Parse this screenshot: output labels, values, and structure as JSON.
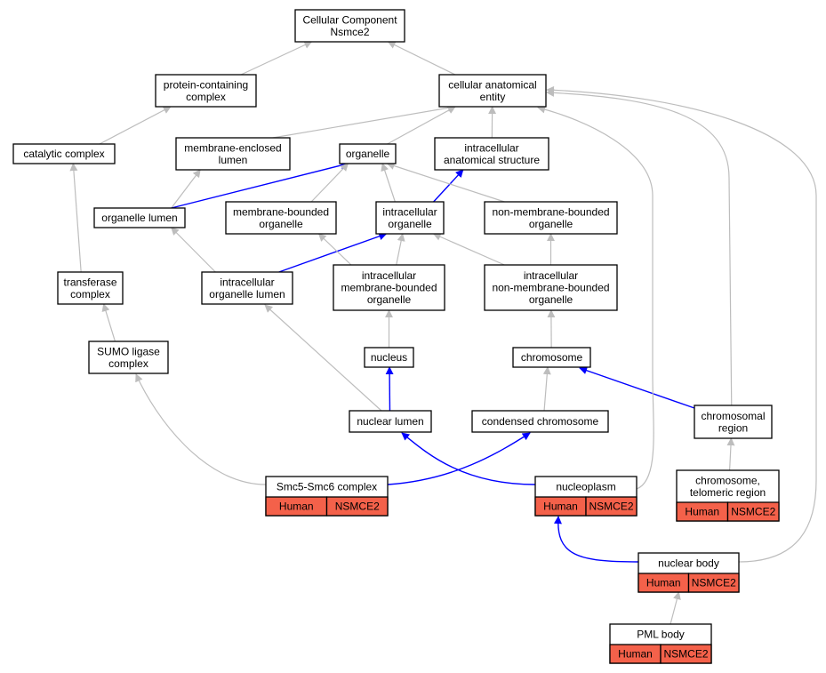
{
  "colors": {
    "is_a_edge": "#bdbdbd",
    "part_of_edge": "#0000ff",
    "annotation_fill": "#f4614a",
    "node_border": "#000000"
  },
  "nodes": {
    "cc_root": {
      "lines": [
        "Cellular Component",
        "Nsmce2"
      ]
    },
    "protein_containing_complex": {
      "lines": [
        "protein-containing",
        "complex"
      ]
    },
    "cellular_anatomical_entity": {
      "lines": [
        "cellular anatomical",
        "entity"
      ]
    },
    "catalytic_complex": {
      "lines": [
        "catalytic complex"
      ]
    },
    "membrane_enclosed_lumen": {
      "lines": [
        "membrane-enclosed",
        "lumen"
      ]
    },
    "organelle": {
      "lines": [
        "organelle"
      ]
    },
    "intracellular_anatomical_structure": {
      "lines": [
        "intracellular",
        "anatomical structure"
      ]
    },
    "organelle_lumen": {
      "lines": [
        "organelle lumen"
      ]
    },
    "membrane_bounded_organelle": {
      "lines": [
        "membrane-bounded",
        "organelle"
      ]
    },
    "intracellular_organelle": {
      "lines": [
        "intracellular",
        "organelle"
      ]
    },
    "non_membrane_bounded_organelle": {
      "lines": [
        "non-membrane-bounded",
        "organelle"
      ]
    },
    "transferase_complex": {
      "lines": [
        "transferase",
        "complex"
      ]
    },
    "intracellular_organelle_lumen": {
      "lines": [
        "intracellular",
        "organelle lumen"
      ]
    },
    "intracellular_membrane_bounded_organelle": {
      "lines": [
        "intracellular",
        "membrane-bounded",
        "organelle"
      ]
    },
    "intracellular_non_membrane_bounded_organelle": {
      "lines": [
        "intracellular",
        "non-membrane-bounded",
        "organelle"
      ]
    },
    "sumo_ligase_complex": {
      "lines": [
        "SUMO ligase",
        "complex"
      ]
    },
    "nucleus": {
      "lines": [
        "nucleus"
      ]
    },
    "chromosome": {
      "lines": [
        "chromosome"
      ]
    },
    "nuclear_lumen": {
      "lines": [
        "nuclear lumen"
      ]
    },
    "condensed_chromosome": {
      "lines": [
        "condensed chromosome"
      ]
    },
    "chromosomal_region": {
      "lines": [
        "chromosomal",
        "region"
      ]
    },
    "smc5_smc6_complex": {
      "lines": [
        "Smc5-Smc6 complex"
      ],
      "annotation": [
        "Human",
        "NSMCE2"
      ]
    },
    "nucleoplasm": {
      "lines": [
        "nucleoplasm"
      ],
      "annotation": [
        "Human",
        "NSMCE2"
      ]
    },
    "chromosome_telomeric_region": {
      "lines": [
        "chromosome,",
        "telomeric region"
      ],
      "annotation": [
        "Human",
        "NSMCE2"
      ]
    },
    "nuclear_body": {
      "lines": [
        "nuclear body"
      ],
      "annotation": [
        "Human",
        "NSMCE2"
      ]
    },
    "pml_body": {
      "lines": [
        "PML body"
      ],
      "annotation": [
        "Human",
        "NSMCE2"
      ]
    }
  },
  "edges": [
    {
      "from": "protein_containing_complex",
      "to": "cc_root",
      "type": "is_a"
    },
    {
      "from": "cellular_anatomical_entity",
      "to": "cc_root",
      "type": "is_a"
    },
    {
      "from": "catalytic_complex",
      "to": "protein_containing_complex",
      "type": "is_a"
    },
    {
      "from": "membrane_enclosed_lumen",
      "to": "cellular_anatomical_entity",
      "type": "is_a"
    },
    {
      "from": "organelle",
      "to": "cellular_anatomical_entity",
      "type": "is_a"
    },
    {
      "from": "intracellular_anatomical_structure",
      "to": "cellular_anatomical_entity",
      "type": "is_a"
    },
    {
      "from": "organelle_lumen",
      "to": "membrane_enclosed_lumen",
      "type": "is_a"
    },
    {
      "from": "organelle_lumen",
      "to": "organelle",
      "type": "part_of"
    },
    {
      "from": "membrane_bounded_organelle",
      "to": "organelle",
      "type": "is_a"
    },
    {
      "from": "intracellular_organelle",
      "to": "organelle",
      "type": "is_a"
    },
    {
      "from": "intracellular_organelle",
      "to": "intracellular_anatomical_structure",
      "type": "part_of"
    },
    {
      "from": "non_membrane_bounded_organelle",
      "to": "organelle",
      "type": "is_a"
    },
    {
      "from": "transferase_complex",
      "to": "catalytic_complex",
      "type": "is_a"
    },
    {
      "from": "intracellular_organelle_lumen",
      "to": "organelle_lumen",
      "type": "is_a"
    },
    {
      "from": "intracellular_organelle_lumen",
      "to": "intracellular_organelle",
      "type": "part_of"
    },
    {
      "from": "intracellular_membrane_bounded_organelle",
      "to": "membrane_bounded_organelle",
      "type": "is_a"
    },
    {
      "from": "intracellular_membrane_bounded_organelle",
      "to": "intracellular_organelle",
      "type": "is_a"
    },
    {
      "from": "intracellular_non_membrane_bounded_organelle",
      "to": "intracellular_organelle",
      "type": "is_a"
    },
    {
      "from": "intracellular_non_membrane_bounded_organelle",
      "to": "non_membrane_bounded_organelle",
      "type": "is_a"
    },
    {
      "from": "sumo_ligase_complex",
      "to": "transferase_complex",
      "type": "is_a"
    },
    {
      "from": "nucleus",
      "to": "intracellular_membrane_bounded_organelle",
      "type": "is_a"
    },
    {
      "from": "chromosome",
      "to": "intracellular_non_membrane_bounded_organelle",
      "type": "is_a"
    },
    {
      "from": "nuclear_lumen",
      "to": "intracellular_organelle_lumen",
      "type": "is_a"
    },
    {
      "from": "nuclear_lumen",
      "to": "nucleus",
      "type": "part_of"
    },
    {
      "from": "condensed_chromosome",
      "to": "chromosome",
      "type": "is_a"
    },
    {
      "from": "chromosomal_region",
      "to": "chromosome",
      "type": "part_of"
    },
    {
      "from": "chromosomal_region",
      "to": "cellular_anatomical_entity",
      "type": "is_a"
    },
    {
      "from": "smc5_smc6_complex",
      "to": "sumo_ligase_complex",
      "type": "is_a"
    },
    {
      "from": "smc5_smc6_complex",
      "to": "condensed_chromosome",
      "type": "part_of"
    },
    {
      "from": "nucleoplasm",
      "to": "nuclear_lumen",
      "type": "part_of"
    },
    {
      "from": "nucleoplasm",
      "to": "cellular_anatomical_entity",
      "type": "is_a"
    },
    {
      "from": "chromosome_telomeric_region",
      "to": "chromosomal_region",
      "type": "is_a"
    },
    {
      "from": "nuclear_body",
      "to": "nucleoplasm",
      "type": "part_of"
    },
    {
      "from": "nuclear_body",
      "to": "cellular_anatomical_entity",
      "type": "is_a"
    },
    {
      "from": "pml_body",
      "to": "nuclear_body",
      "type": "is_a"
    }
  ]
}
